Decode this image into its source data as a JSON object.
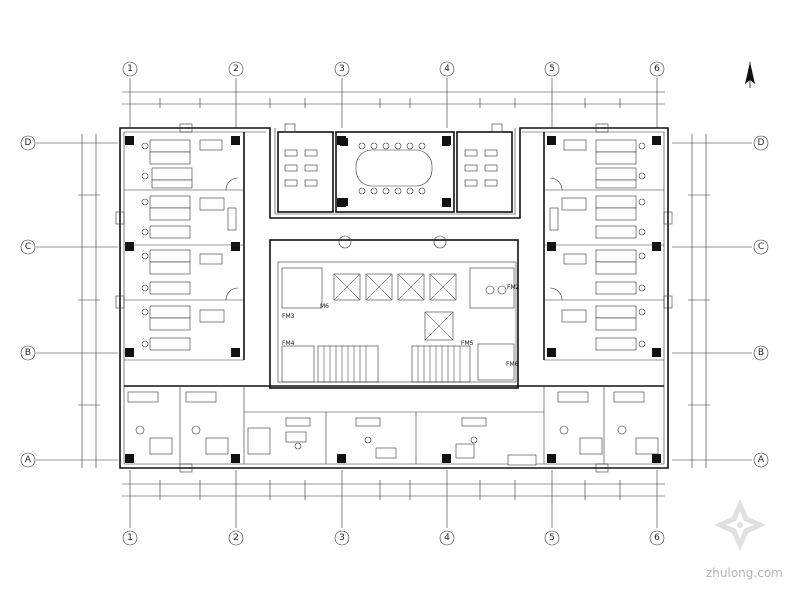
{
  "grid_labels": {
    "columns": [
      "1",
      "2",
      "3",
      "4",
      "5",
      "6"
    ],
    "rows": [
      "D",
      "C",
      "B",
      "A"
    ]
  },
  "room_tags": {
    "fm2": "FM2",
    "fm3": "FM3",
    "fm4": "FM4",
    "fm5": "FM5",
    "fm6": "FM6",
    "m6": "M6"
  },
  "watermark": {
    "text": "zhulong.com"
  },
  "north_arrow": {
    "icon": "north-arrow-icon"
  },
  "colors": {
    "ink": "#111111",
    "watermark": "#b4b4b4"
  }
}
